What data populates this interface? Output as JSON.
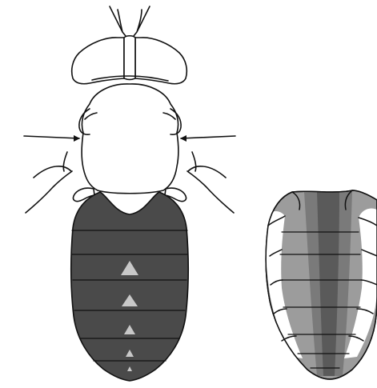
{
  "figure": {
    "colors": {
      "background": "#ffffff",
      "outline": "#111111",
      "abdomen_dark": "#4a4a4a",
      "abdomen_light": "#9c9c9c",
      "abdomen_mid": "#7a7a7a",
      "marking": "#c8c8c8"
    },
    "left_specimen": {
      "abdomen_segments": 6,
      "dorsal_markings": 5
    },
    "right_specimen": {
      "abdomen_segments": 7
    }
  }
}
